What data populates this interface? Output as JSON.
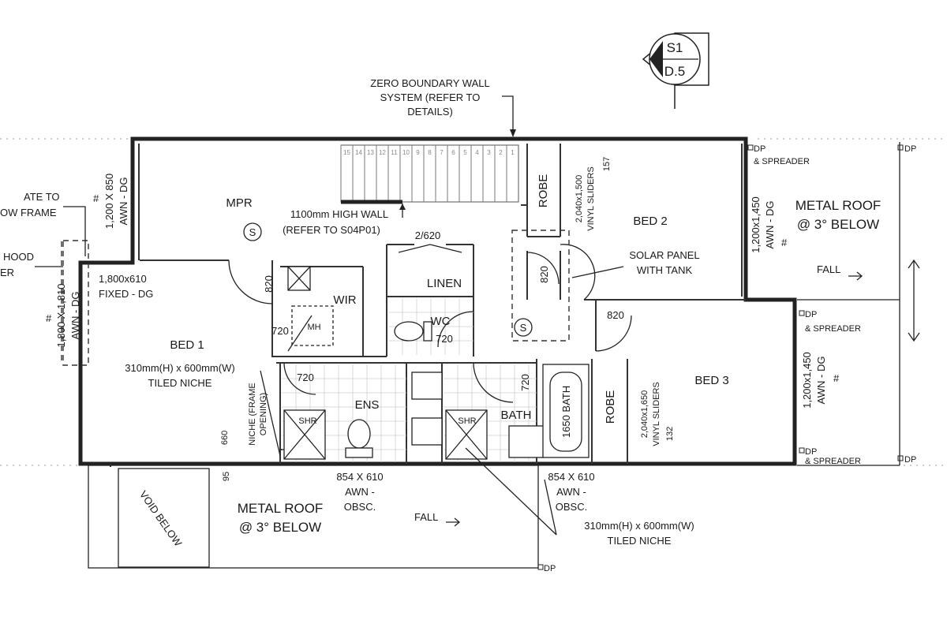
{
  "section_marker": {
    "top": "S1",
    "bottom": "D.5"
  },
  "notes": {
    "zero_wall": [
      "ZERO BOUNDARY WALL",
      "SYSTEM (REFER TO",
      "DETAILS)"
    ],
    "high_wall": [
      "1100mm HIGH WALL",
      "(REFER TO S04P01)"
    ],
    "solar": [
      "SOLAR PANEL",
      "WITH TANK"
    ],
    "niche_left": [
      "310mm(H) x 600mm(W)",
      "TILED NICHE"
    ],
    "niche_right": [
      "310mm(H) x 600mm(W)",
      "TILED NICHE"
    ],
    "plate": [
      "ATE TO",
      "OW FRAME"
    ],
    "hood": [
      "HOOD",
      "ER"
    ],
    "niche_frame": [
      "NICHE (FRAME",
      "OPENING)"
    ],
    "void": "VOID BELOW"
  },
  "rooms": {
    "mpr": "MPR",
    "bed1": "BED 1",
    "bed2": "BED 2",
    "bed3": "BED 3",
    "wir": "WIR",
    "linen": "LINEN",
    "wc": "WC",
    "ens": "ENS",
    "bath": "BATH",
    "robe1": "ROBE",
    "robe2": "ROBE",
    "shr1": "SHR",
    "shr2": "SHR",
    "mh": "MH",
    "bath_tub": "1650 BATH"
  },
  "roofs": {
    "right": [
      "METAL ROOF",
      "@ 3° BELOW"
    ],
    "bottom": [
      "METAL ROOF",
      "@ 3° BELOW"
    ],
    "fall": "FALL"
  },
  "windows": {
    "w1": [
      "1,200 X 850",
      "AWN - DG"
    ],
    "w2": [
      "1,800 X 1,810",
      "AWN - DG"
    ],
    "w3": [
      "1,800x610",
      "FIXED - DG"
    ],
    "w4": [
      "2,040x1,500",
      "VINYL SLIDERS"
    ],
    "w5": [
      "1,200x1,450",
      "AWN - DG"
    ],
    "w6": [
      "1,200x1,450",
      "AWN - DG"
    ],
    "w7": [
      "2,040x1,650",
      "VINYL SLIDERS"
    ],
    "w8": [
      "854 X 610",
      "AWN -",
      "OBSC."
    ],
    "w9": [
      "854 X 610",
      "AWN -",
      "OBSC."
    ]
  },
  "dims": {
    "d820a": "820",
    "d820b": "820",
    "d820c": "820",
    "d720a": "720",
    "d720b": "720",
    "d720c": "720",
    "d720d": "720",
    "d2620": "2/620",
    "d157": "157",
    "d132": "132",
    "d660": "660",
    "d95": "95"
  },
  "dp": {
    "label": "DP",
    "spreader": "& SPREADER"
  },
  "stairs": [
    "15",
    "14",
    "13",
    "12",
    "11",
    "10",
    "9",
    "8",
    "7",
    "6",
    "5",
    "4",
    "3",
    "2",
    "1"
  ],
  "symbols": {
    "smoke": "S",
    "hash": "#"
  }
}
